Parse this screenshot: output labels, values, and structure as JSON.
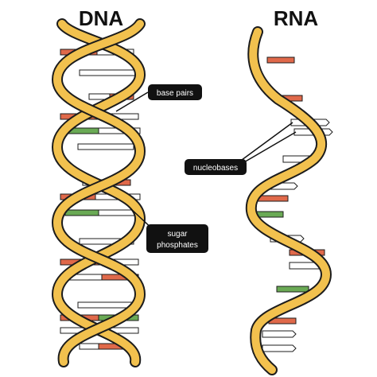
{
  "titles": {
    "dna": "DNA",
    "rna": "RNA"
  },
  "callouts": {
    "base_pairs": "base pairs",
    "nucleobases": "nucleobases",
    "sugar_phosphates_line1": "sugar",
    "sugar_phosphates_line2": "phosphates"
  },
  "colors": {
    "backbone": "#f2c14e",
    "outline": "#1c1c1c",
    "base_red": "#e0694a",
    "base_green": "#6aaa55",
    "base_white": "#ffffff",
    "callout_bg": "#111111"
  }
}
